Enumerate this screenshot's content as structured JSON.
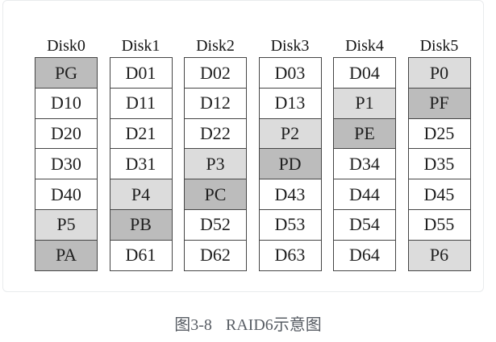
{
  "figure": {
    "caption_number": "图3-8",
    "caption_title": "RAID6示意图"
  },
  "colors": {
    "panel_border": "#e9ebed",
    "cell_border": "#454545",
    "cell_text": "#1f1f1f",
    "data_bg": "#ffffff",
    "parity_light_bg": "#dcdcdc",
    "parity_dark_bg": "#bcbcbc",
    "caption_text": "#585d64",
    "label_text": "#141414"
  },
  "disks": [
    {
      "label": "Disk0",
      "cells": [
        {
          "text": "PG",
          "type": "parity-dark"
        },
        {
          "text": "D10",
          "type": "data"
        },
        {
          "text": "D20",
          "type": "data"
        },
        {
          "text": "D30",
          "type": "data"
        },
        {
          "text": "D40",
          "type": "data"
        },
        {
          "text": "P5",
          "type": "parity-light"
        },
        {
          "text": "PA",
          "type": "parity-dark"
        }
      ]
    },
    {
      "label": "Disk1",
      "cells": [
        {
          "text": "D01",
          "type": "data"
        },
        {
          "text": "D11",
          "type": "data"
        },
        {
          "text": "D21",
          "type": "data"
        },
        {
          "text": "D31",
          "type": "data"
        },
        {
          "text": "P4",
          "type": "parity-light"
        },
        {
          "text": "PB",
          "type": "parity-dark"
        },
        {
          "text": "D61",
          "type": "data"
        }
      ]
    },
    {
      "label": "Disk2",
      "cells": [
        {
          "text": "D02",
          "type": "data"
        },
        {
          "text": "D12",
          "type": "data"
        },
        {
          "text": "D22",
          "type": "data"
        },
        {
          "text": "P3",
          "type": "parity-light"
        },
        {
          "text": "PC",
          "type": "parity-dark"
        },
        {
          "text": "D52",
          "type": "data"
        },
        {
          "text": "D62",
          "type": "data"
        }
      ]
    },
    {
      "label": "Disk3",
      "cells": [
        {
          "text": "D03",
          "type": "data"
        },
        {
          "text": "D13",
          "type": "data"
        },
        {
          "text": "P2",
          "type": "parity-light"
        },
        {
          "text": "PD",
          "type": "parity-dark"
        },
        {
          "text": "D43",
          "type": "data"
        },
        {
          "text": "D53",
          "type": "data"
        },
        {
          "text": "D63",
          "type": "data"
        }
      ]
    },
    {
      "label": "Disk4",
      "cells": [
        {
          "text": "D04",
          "type": "data"
        },
        {
          "text": "P1",
          "type": "parity-light"
        },
        {
          "text": "PE",
          "type": "parity-dark"
        },
        {
          "text": "D34",
          "type": "data"
        },
        {
          "text": "D44",
          "type": "data"
        },
        {
          "text": "D54",
          "type": "data"
        },
        {
          "text": "D64",
          "type": "data"
        }
      ]
    },
    {
      "label": "Disk5",
      "cells": [
        {
          "text": "P0",
          "type": "parity-light"
        },
        {
          "text": "PF",
          "type": "parity-dark"
        },
        {
          "text": "D25",
          "type": "data"
        },
        {
          "text": "D35",
          "type": "data"
        },
        {
          "text": "D45",
          "type": "data"
        },
        {
          "text": "D55",
          "type": "data"
        },
        {
          "text": "P6",
          "type": "parity-light"
        }
      ]
    }
  ]
}
